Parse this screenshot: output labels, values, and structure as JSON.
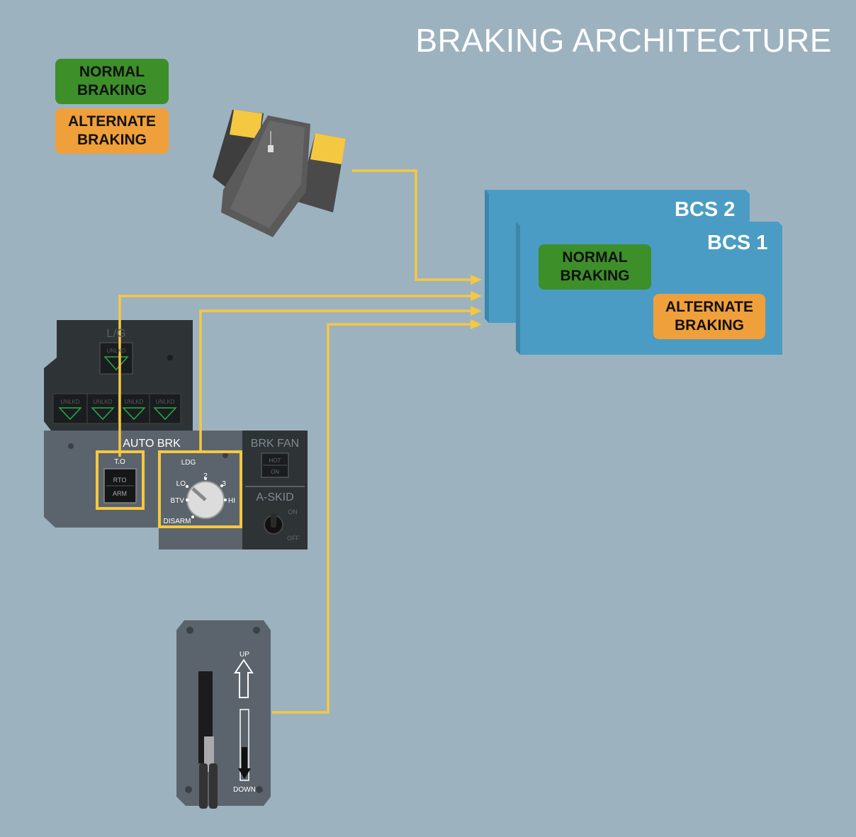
{
  "title": "BRAKING ARCHITECTURE",
  "legend": {
    "normal": "NORMAL\nBRAKING",
    "alternate": "ALTERNATE\nBRAKING"
  },
  "colors": {
    "background": "#9db2bf",
    "normal": "#3d8f2a",
    "alternate": "#f0a03a",
    "signal_line": "#f5c842",
    "bcs_box": "#4a9cc4"
  },
  "bcs": {
    "bcs2_label": "BCS 2",
    "bcs1_label": "BCS 1",
    "normal": "NORMAL\nBRAKING",
    "alternate": "ALTERNATE\nBRAKING"
  },
  "panel": {
    "lg_label": "L/G",
    "unlkd": "UNLKD",
    "auto_brk": "AUTO BRK",
    "to_label": "T.O",
    "rto": "RTO",
    "arm": "ARM",
    "ldg": "LDG",
    "lo": "LO",
    "pos2": "2",
    "pos3": "3",
    "btv": "BTV",
    "hi": "HI",
    "disarm": "DISARM",
    "brk_fan": "BRK FAN",
    "hot": "HOT",
    "on": "ON",
    "a_skid": "A-SKID",
    "skid_on": "ON",
    "skid_off": "OFF"
  },
  "lever": {
    "up": "UP",
    "down": "DOWN"
  }
}
